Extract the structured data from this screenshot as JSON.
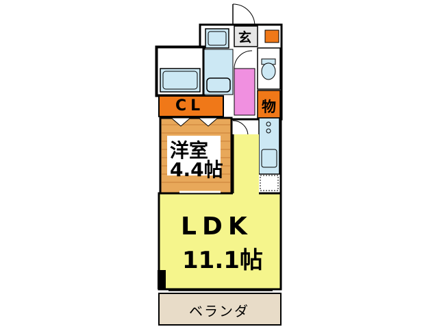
{
  "rooms": {
    "entrance": "玄",
    "closet": "CL",
    "storage": "物",
    "western_room": {
      "name": "洋室",
      "size": "4.4帖"
    },
    "ldk": {
      "name": "LDK",
      "size": "11.1帖"
    },
    "veranda": "ベランダ"
  },
  "colors": {
    "ldk_fill": "#f5f58c",
    "western_floor": "#e8a85a",
    "closet_fill": "#f07818",
    "hall_fill": "#f090e0",
    "veranda_fill": "#e8dcc8",
    "wet_area_fill": "#cce8f4",
    "wall": "#000000"
  }
}
